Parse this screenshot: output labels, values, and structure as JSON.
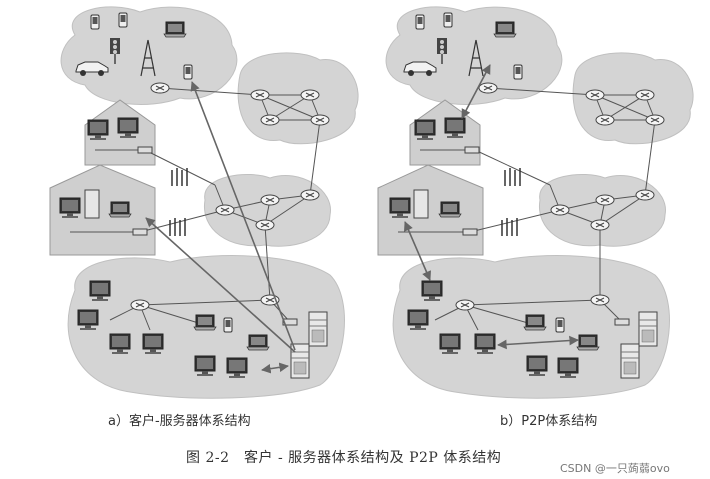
{
  "captions": {
    "a": "a）客户-服务器体系结构",
    "b": "b）P2P体系结构",
    "figure": "图 2-2　客户 - 服务器体系结构及 P2P 体系结构"
  },
  "watermark": "CSDN @一只蒟蒻ovo",
  "colors": {
    "cloud": "#d4d4d4",
    "cloud_edge": "#bdbdbd",
    "house": "#cfcfcf",
    "line": "#555555",
    "arrow": "#666666"
  },
  "icons": [
    "router-icon",
    "laptop-icon",
    "desktop-icon",
    "server-icon",
    "mobile-phone-icon",
    "car-icon",
    "cell-tower-icon",
    "traffic-light-icon",
    "house-icon",
    "modem-icon"
  ]
}
